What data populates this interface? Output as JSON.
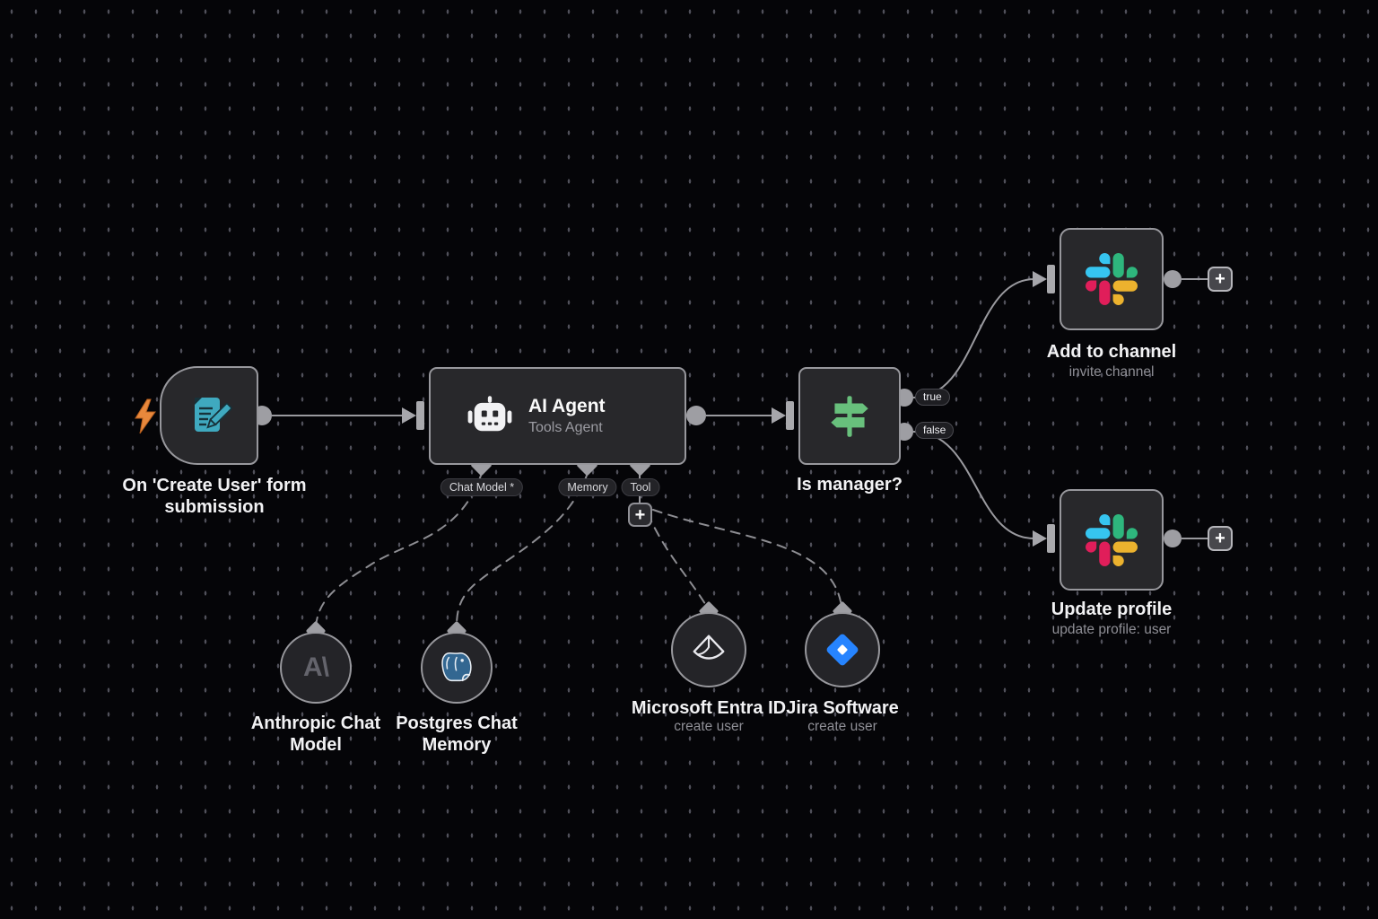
{
  "ui": {
    "plus": "+"
  },
  "nodes": {
    "form_trigger": {
      "label_line1": "On 'Create User' form",
      "label_line2": "submission",
      "icon": "form-trigger-icon"
    },
    "ai_agent": {
      "title": "AI Agent",
      "subtitle": "Tools Agent",
      "icon": "robot-icon",
      "connectors": [
        {
          "label": "Chat Model *"
        },
        {
          "label": "Memory"
        },
        {
          "label": "Tool"
        }
      ]
    },
    "is_manager": {
      "label": "Is manager?",
      "icon": "signpost-icon",
      "outputs": [
        {
          "label": "true"
        },
        {
          "label": "false"
        }
      ]
    },
    "add_to_channel": {
      "title": "Add to channel",
      "subtitle": "invite channel",
      "icon": "slack-icon"
    },
    "update_profile": {
      "title": "Update profile",
      "subtitle": "update profile: user",
      "icon": "slack-icon"
    },
    "anthropic_chat_model": {
      "label_line1": "Anthropic Chat",
      "label_line2": "Model",
      "icon": "anthropic-icon",
      "icon_text": "A\\"
    },
    "postgres_chat_memory": {
      "label_line1": "Postgres Chat",
      "label_line2": "Memory",
      "icon": "postgres-icon"
    },
    "microsoft_entra": {
      "title": "Microsoft Entra ID",
      "subtitle": "create user",
      "icon": "entra-icon"
    },
    "jira": {
      "title": "Jira Software",
      "subtitle": "create user",
      "icon": "jira-icon"
    }
  },
  "colors": {
    "canvas_bg": "#050508",
    "node_border": "#98989d",
    "edge_gray": "#9a9a9f",
    "form_teal": "#3fa9bf",
    "bolt_orange": "#e8883c",
    "signpost_green": "#68c07c",
    "slack_blue": "#36C5F0",
    "slack_green": "#2EB67D",
    "slack_yellow": "#ECB22E",
    "slack_red": "#E01E5A",
    "jira_blue": "#2684FF",
    "postgres_blue": "#336791"
  }
}
